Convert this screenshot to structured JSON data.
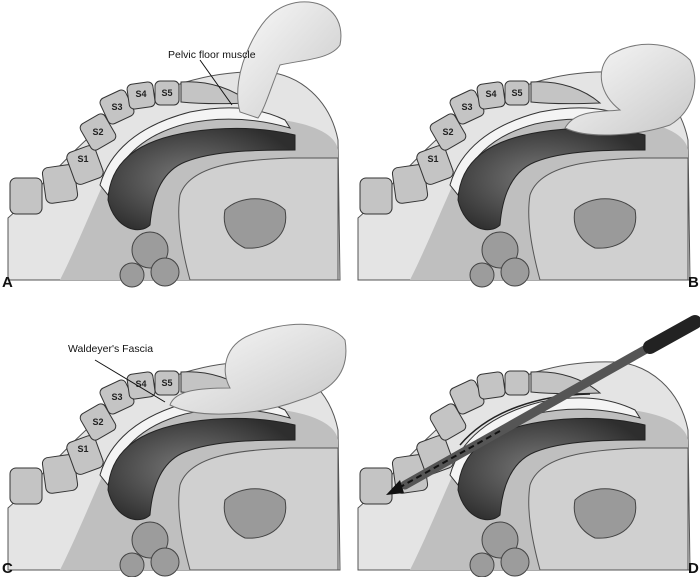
{
  "figure": {
    "panels": [
      {
        "letter": "A",
        "callout": "Pelvic floor muscle",
        "vertebrae": [
          "S1",
          "S2",
          "S3",
          "S4",
          "S5"
        ]
      },
      {
        "letter": "B",
        "vertebrae": [
          "S1",
          "S2",
          "S3",
          "S4",
          "S5"
        ]
      },
      {
        "letter": "C",
        "callout": "Waldeyer's Fascia",
        "vertebrae": [
          "S1",
          "S2",
          "S3",
          "S4",
          "S5"
        ]
      },
      {
        "letter": "D"
      }
    ],
    "colors": {
      "tissue": "#d9d9d9",
      "bone": "#bdbdbd",
      "rectum": "#4a4a4a",
      "skin": "#eeeeee",
      "outline": "#333333"
    }
  }
}
